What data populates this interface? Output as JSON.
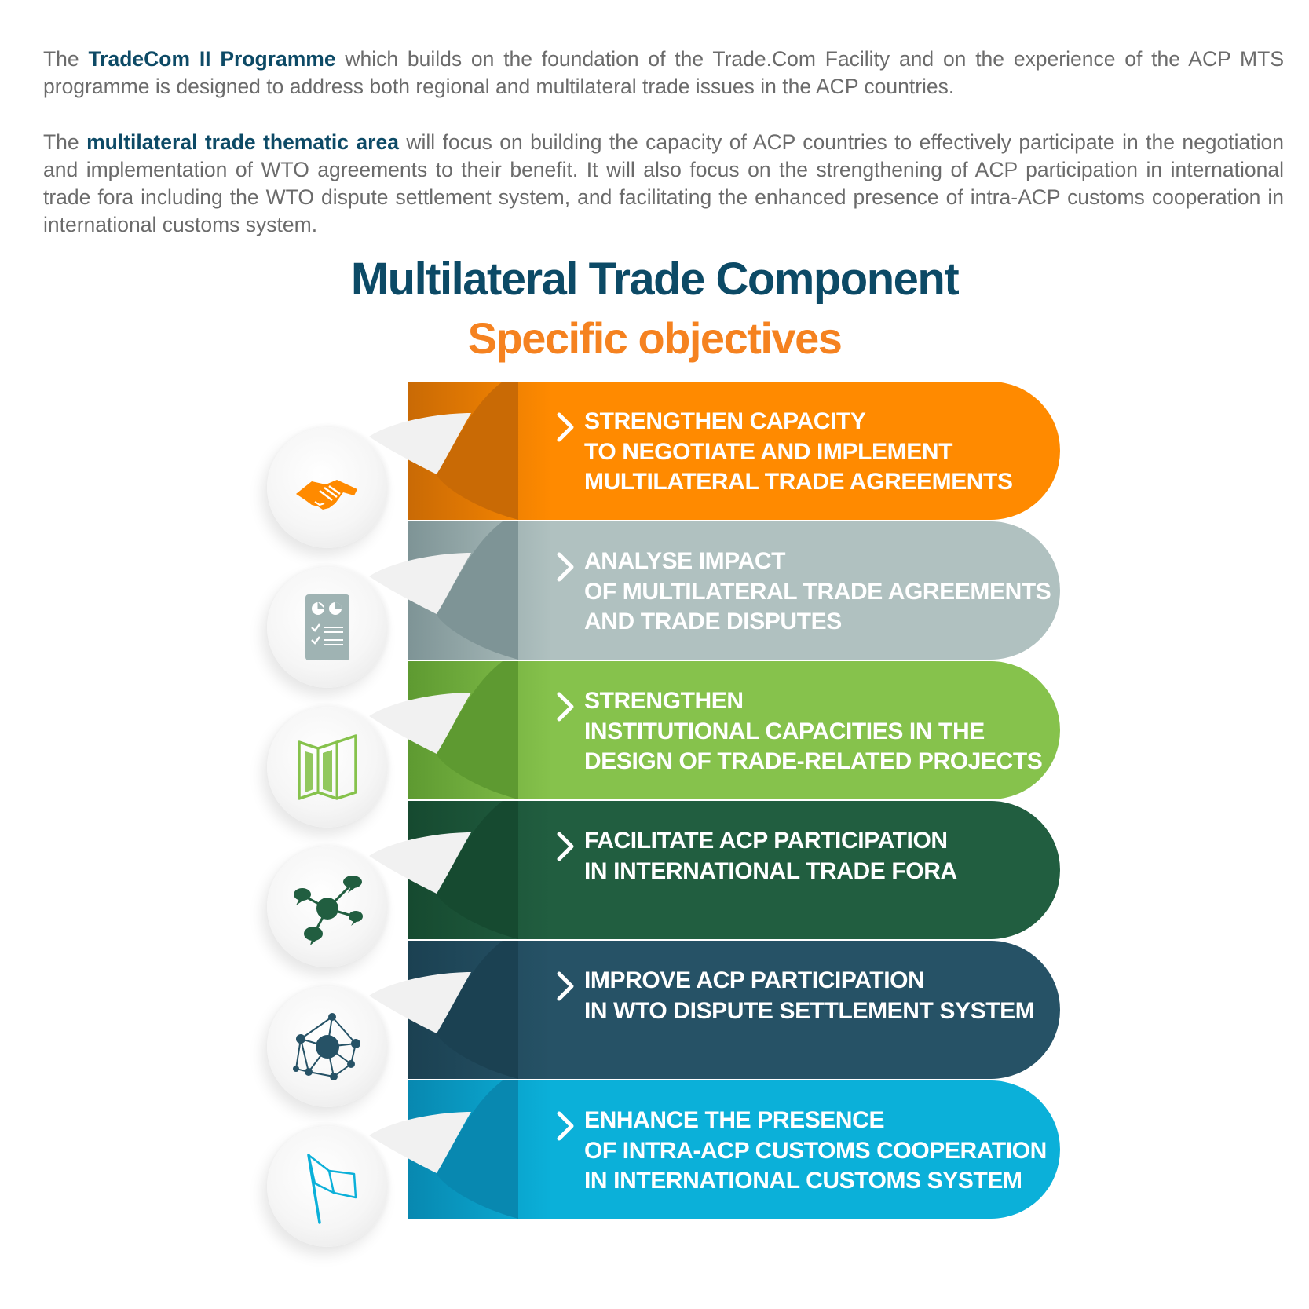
{
  "intro": {
    "p1": {
      "pre": "The ",
      "bold": "TradeCom II Programme",
      "post": " which builds on the foundation of the Trade.Com Facility and on the experience of the ACP MTS programme is designed to address both regional and multilateral trade issues in the ACP countries."
    },
    "p2": {
      "pre": "The ",
      "bold": "multilateral trade thematic area",
      "post": " will focus on building the capacity of ACP countries to effectively participate in the negotiation and implementation of WTO agreements to their benefit. It will also focus on the strengthening of ACP participation in international trade fora including the WTO dispute settlement system, and facilitating the enhanced presence of intra-ACP customs cooperation in international customs system."
    }
  },
  "heading": {
    "title": "Multilateral Trade Component",
    "subtitle": "Specific objectives"
  },
  "colors": {
    "title": "#0c4a66",
    "subtitle": "#f58220"
  },
  "objectives": [
    {
      "icon": "handshake-icon",
      "color_light": "#ff8a00",
      "color_dark": "#c96a05",
      "lines": [
        "STRENGTHEN CAPACITY",
        "TO NEGOTIATE AND IMPLEMENT",
        "MULTILATERAL TRADE AGREEMENTS"
      ]
    },
    {
      "icon": "report-checklist-icon",
      "color_light": "#b0c1c0",
      "color_dark": "#7e9496",
      "lines": [
        "ANALYSE IMPACT",
        "OF MULTILATERAL TRADE AGREEMENTS",
        "AND TRADE DISPUTES"
      ]
    },
    {
      "icon": "map-icon",
      "color_light": "#86c24c",
      "color_dark": "#5e9a31",
      "lines": [
        "STRENGTHEN",
        "INSTITUTIONAL CAPACITIES IN THE",
        "DESIGN OF TRADE-RELATED PROJECTS"
      ]
    },
    {
      "icon": "network-chat-icon",
      "color_light": "#215e40",
      "color_dark": "#164a30",
      "lines": [
        "FACILITATE ACP PARTICIPATION",
        "IN INTERNATIONAL TRADE FORA"
      ]
    },
    {
      "icon": "network-nodes-icon",
      "color_light": "#265266",
      "color_dark": "#1b4152",
      "lines": [
        "IMPROVE ACP PARTICIPATION",
        "IN WTO DISPUTE SETTLEMENT SYSTEM"
      ]
    },
    {
      "icon": "flag-icon",
      "color_light": "#0bb0d9",
      "color_dark": "#0888b0",
      "lines": [
        "ENHANCE THE PRESENCE",
        "OF INTRA-ACP CUSTOMS COOPERATION",
        "IN INTERNATIONAL CUSTOMS SYSTEM"
      ]
    }
  ]
}
